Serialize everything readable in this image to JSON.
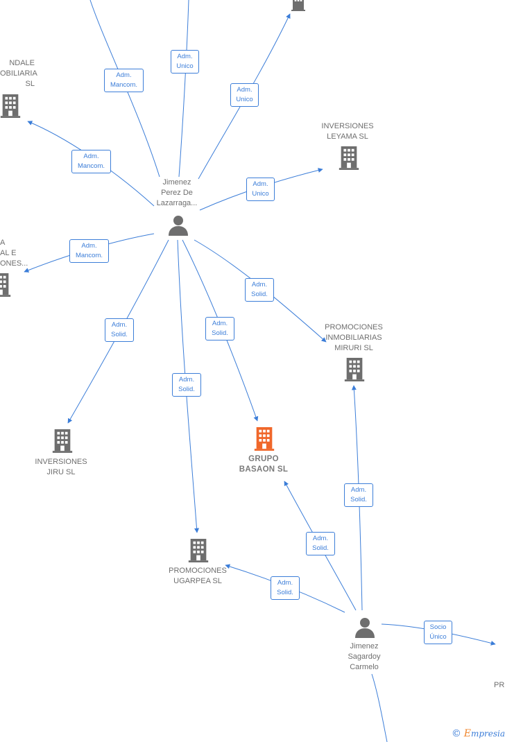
{
  "colors": {
    "edge": "#3b7dd8",
    "node_gray": "#6e6e6e",
    "node_highlight": "#f0672a",
    "text": "#6e6e6e"
  },
  "nodes": {
    "person_lazarraga": {
      "label": "Jimenez\nPerez De\nLazarraga...",
      "icon": "person-icon"
    },
    "person_sagardoy": {
      "label": "Jimenez\nSagardoy\nCarmelo",
      "icon": "person-icon"
    },
    "company_topleft": {
      "label": "NDALE\nOBILIARIA\nSL",
      "icon": "building-icon"
    },
    "company_leyama": {
      "label": "INVERSIONES\nLEYAMA SL",
      "icon": "building-icon"
    },
    "company_left_mid": {
      "label": "A\nAL E\nONES...",
      "icon": "building-icon"
    },
    "company_miruri": {
      "label": "PROMOCIONES\nINMOBILIARIAS\nMIRURI SL",
      "icon": "building-icon"
    },
    "company_jiru": {
      "label": "INVERSIONES\nJIRU SL",
      "icon": "building-icon"
    },
    "company_basaon": {
      "label": "GRUPO\nBASAON SL",
      "icon": "building-icon"
    },
    "company_ugarpea": {
      "label": "PROMOCIONES\nUGARPEA SL",
      "icon": "building-icon"
    },
    "company_top_right": {
      "label": "",
      "icon": "building-icon"
    },
    "company_pr": {
      "label": "PR",
      "icon": ""
    }
  },
  "edges": [
    {
      "label": "Adm.\nMancom."
    },
    {
      "label": "Adm.\nUnico"
    },
    {
      "label": "Adm.\nUnico"
    },
    {
      "label": "Adm.\nMancom."
    },
    {
      "label": "Adm.\nUnico"
    },
    {
      "label": "Adm.\nMancom."
    },
    {
      "label": "Adm.\nSolid."
    },
    {
      "label": "Adm.\nSolid."
    },
    {
      "label": "Adm.\nSolid."
    },
    {
      "label": "Adm.\nSolid."
    },
    {
      "label": "Adm.\nSolid."
    },
    {
      "label": "Adm.\nSolid."
    },
    {
      "label": "Adm.\nSolid."
    },
    {
      "label": "Socio\nÚnico"
    }
  ],
  "brand": {
    "copyright": "©",
    "initial": "E",
    "rest": "mpresia"
  }
}
